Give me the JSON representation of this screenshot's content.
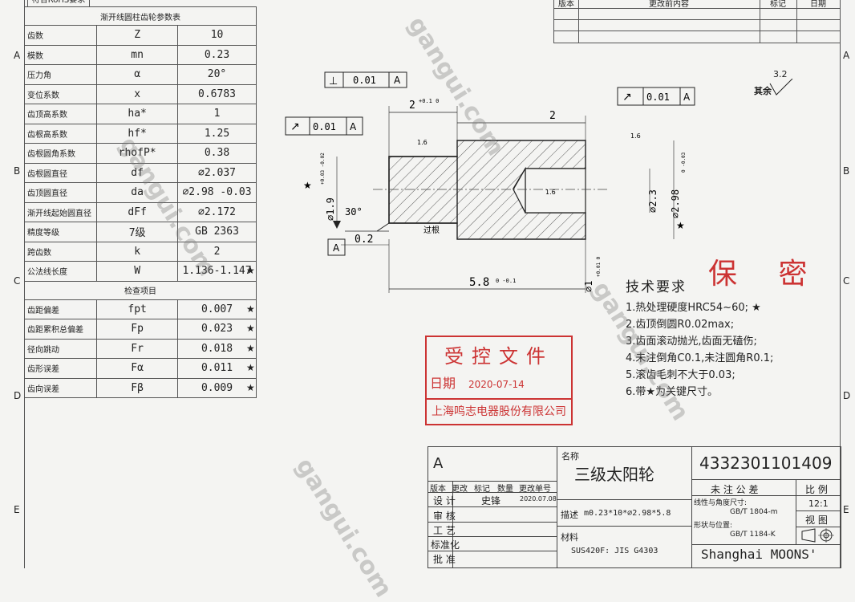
{
  "rohs_label": "符合RoHS要求",
  "param_table": {
    "title": "渐开线圆柱齿轮参数表",
    "rows": [
      {
        "name": "齿数",
        "sym": "Z",
        "val": "10",
        "star": ""
      },
      {
        "name": "模数",
        "sym": "mn",
        "val": "0.23",
        "star": ""
      },
      {
        "name": "压力角",
        "sym": "α",
        "val": "20°",
        "star": ""
      },
      {
        "name": "变位系数",
        "sym": "x",
        "val": "0.6783",
        "star": ""
      },
      {
        "name": "齿顶高系数",
        "sym": "ha*",
        "val": "1",
        "star": ""
      },
      {
        "name": "齿根高系数",
        "sym": "hf*",
        "val": "1.25",
        "star": ""
      },
      {
        "name": "齿根圆角系数",
        "sym": "rhofP*",
        "val": "0.38",
        "star": ""
      },
      {
        "name": "齿根圆直径",
        "sym": "df",
        "val": "∅2.037",
        "star": ""
      },
      {
        "name": "齿顶圆直径",
        "sym": "da",
        "val": "∅2.98 -0.03",
        "star": ""
      },
      {
        "name": "渐开线起始圆直径",
        "sym": "dFf",
        "val": "∅2.172",
        "star": ""
      },
      {
        "name": "精度等级",
        "sym": "7级",
        "val": "GB 2363",
        "star": ""
      },
      {
        "name": "跨齿数",
        "sym": "k",
        "val": "2",
        "star": ""
      },
      {
        "name": "公法线长度",
        "sym": "W",
        "val": "1.136-1.147",
        "star": "★"
      }
    ],
    "check_title": "检查项目",
    "check_rows": [
      {
        "name": "齿距偏差",
        "sym": "fpt",
        "val": "0.007",
        "star": "★"
      },
      {
        "name": "齿距累积总偏差",
        "sym": "Fp",
        "val": "0.023",
        "star": "★"
      },
      {
        "name": "径向跳动",
        "sym": "Fr",
        "val": "0.018",
        "star": "★"
      },
      {
        "name": "齿形误差",
        "sym": "Fα",
        "val": "0.011",
        "star": "★"
      },
      {
        "name": "齿向误差",
        "sym": "Fβ",
        "val": "0.009",
        "star": "★"
      }
    ]
  },
  "revision_header": {
    "c1": "版本",
    "c2": "更改前内容",
    "c3": "标记",
    "c4": "日期"
  },
  "zones_left": [
    "A",
    "B",
    "C",
    "D",
    "E"
  ],
  "zones_right": [
    "A",
    "B",
    "C",
    "D",
    "E"
  ],
  "drawing": {
    "tol_perp": {
      "sym": "⊥",
      "val": "0.01",
      "ref": "A"
    },
    "tol_runout_left": {
      "sym": "↗",
      "val": "0.01",
      "ref": "A"
    },
    "tol_runout_right": {
      "sym": "↗",
      "val": "0.01",
      "ref": "A"
    },
    "dim_2top": "2",
    "dim_2top_tol": "+0.1 0",
    "dim_2": "2",
    "dim_0_2": "0.2",
    "dim_5_8": "5.8",
    "dim_5_8_tol": "0 -0.1",
    "dim_30": "30°",
    "dim_d19": "∅1.9",
    "dim_d19_tol": "+0.03 -0.02",
    "dim_d23": "∅2.3",
    "dim_d298": "∅2.98",
    "dim_d298_tol": "0 -0.03",
    "dim_d1": "∅1",
    "dim_d1_tol": "+0.01 0",
    "rough_16": "1.6",
    "rough_32": "3.2",
    "rough_rest": "其余",
    "cut_label": "过根",
    "datum_a": "A",
    "star": "★"
  },
  "tech": {
    "title": "技术要求",
    "items": [
      "1.热处理硬度HRC54~60; ★",
      "2.齿顶倒圆R0.02max;",
      "3.齿面滚动抛光,齿面无磕伤;",
      "4.未注倒角C0.1,未注圆角R0.1;",
      "5.滚齿毛刺不大于0.03;",
      "6.带★为关键尺寸。"
    ]
  },
  "secret": "保 密",
  "stamp": {
    "line1": "受控文件",
    "date_label": "日期",
    "date": "2020-07-14",
    "company": "上海鸣志电器股份有限公司"
  },
  "title_block": {
    "version": "A",
    "name_label": "名称",
    "name": "三级太阳轮",
    "part_no": "4332301101409",
    "cols": [
      "版本",
      "更改",
      "标记",
      "数量",
      "更改单号"
    ],
    "design_label": "设 计",
    "design_name": "史锋",
    "design_date": "2020.07.08",
    "review_label": "审 核",
    "process_label": "工 艺",
    "std_label": "标准化",
    "approve_label": "批 准",
    "desc_label": "描述",
    "desc": "m0.23*10*∅2.98*5.8",
    "material_label": "材料",
    "material": "SUS420F: JIS G4303",
    "tol_title": "未 注 公 差",
    "tol_lin_label": "线性与角度尺寸:",
    "tol_lin": "GB/T  1804-m",
    "tol_form_label": "形状与位置:",
    "tol_form": "GB/T  1184-K",
    "scale_label": "比 例",
    "scale": "12:1",
    "view_label": "视 图",
    "company": "Shanghai MOONS'"
  },
  "watermark": "gangui.com"
}
